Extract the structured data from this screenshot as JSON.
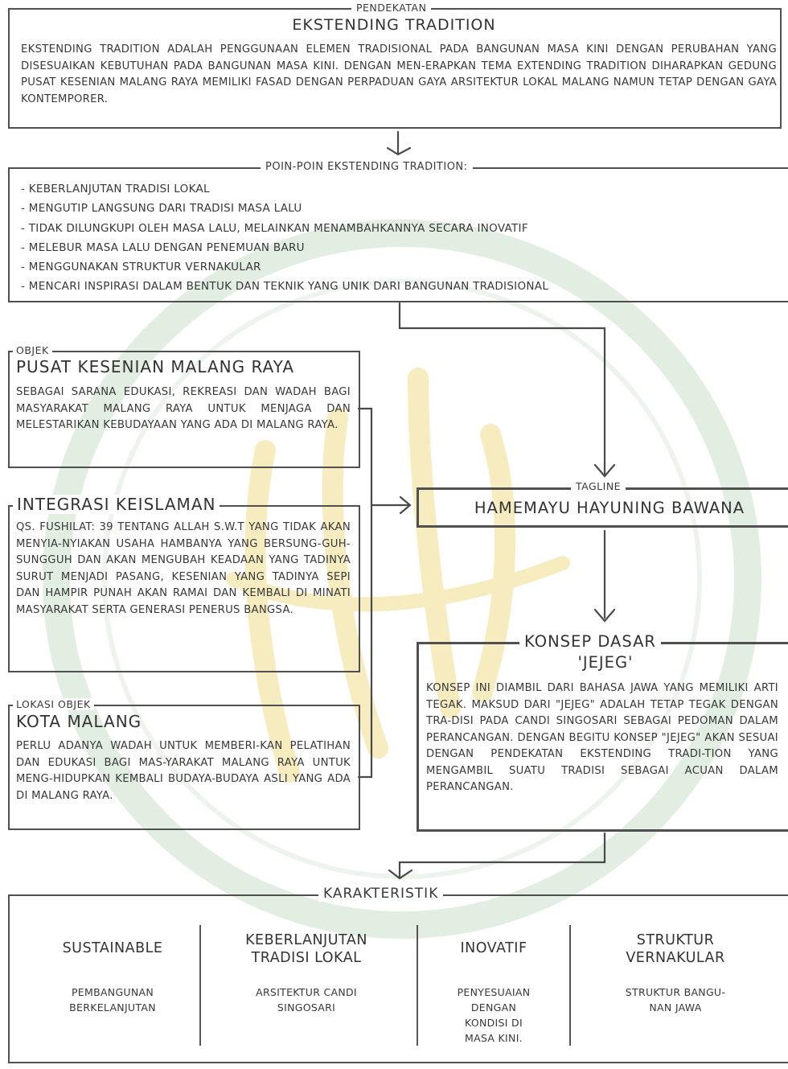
{
  "pendekatan": {
    "label": "PENDEKATAN",
    "title": "EKSTENDING TRADITION",
    "body": "EKSTENDING TRADITION ADALAH PENGGUNAAN ELEMEN TRADISIONAL PADA BANGUNAN MASA KINI DENGAN PERUBAHAN YANG DISESUAIKAN KEBUTUHAN PADA BANGUNAN MASA KINI. DENGAN MEN-ERAPKAN TEMA EXTENDING TRADITION DIHARAPKAN GEDUNG PUSAT KESENIAN MALANG RAYA MEMILIKI FASAD DENGAN PERPADUAN GAYA ARSITEKTUR LOKAL MALANG NAMUN TETAP DENGAN GAYA KONTEMPORER."
  },
  "poin": {
    "label": "POIN-POIN EKSTENDING TRADITION:",
    "items": [
      "- KEBERLANJUTAN TRADISI LOKAL",
      "- MENGUTIP LANGSUNG DARI TRADISI MASA LALU",
      "- TIDAK DILUNGKUPI OLEH MASA LALU, MELAINKAN MENAMBAHKANNYA SECARA INOVATIF",
      "- MELEBUR MASA LALU DENGAN PENEMUAN BARU",
      "- MENGGUNAKAN STRUKTUR VERNAKULAR",
      "- MENCARI INSPIRASI DALAM BENTUK DAN TEKNIK YANG UNIK DARI BANGUNAN TRADISIONAL"
    ]
  },
  "objek": {
    "label": "OBJEK",
    "title": "PUSAT KESENIAN MALANG RAYA",
    "body": "SEBAGAI SARANA EDUKASI, REKREASI DAN WADAH BAGI MASYARAKAT MALANG RAYA UNTUK MENJAGA DAN MELESTARIKAN KEBUDAYAAN YANG ADA DI MALANG RAYA."
  },
  "integrasi": {
    "title": "INTEGRASI KEISLAMAN",
    "body": "QS. FUSHILAT: 39 TENTANG ALLAH S.W.T YANG TIDAK AKAN MENYIA-NYIAKAN USAHA HAMBANYA YANG BERSUNG-GUH-SUNGGUH DAN AKAN MENGUBAH KEADAAN YANG TADINYA SURUT MENJADI PASANG, KESENIAN YANG TADINYA SEPI DAN HAMPIR PUNAH AKAN RAMAI DAN KEMBALI DI MINATI MASYARAKAT SERTA GENERASI PENERUS BANGSA."
  },
  "lokasi": {
    "label": "LOKASI OBJEK",
    "title": "KOTA MALANG",
    "body": "PERLU ADANYA WADAH UNTUK MEMBERI-KAN PELATIHAN DAN EDUKASI BAGI MAS-YARAKAT MALANG RAYA UNTUK MENG-HIDUPKAN KEMBALI BUDAYA-BUDAYA ASLI YANG ADA DI MALANG RAYA."
  },
  "tagline": {
    "label": "TAGLINE",
    "title": "HAMEMAYU HAYUNING BAWANA"
  },
  "konsep": {
    "title": "KONSEP DASAR",
    "subtitle": "'JEJEG'",
    "body": "KONSEP INI DIAMBIL DARI BAHASA JAWA YANG MEMILIKI ARTI TEGAK. MAKSUD DARI \"JEJEG\" ADALAH TETAP TEGAK DENGAN TRA-DISI PADA CANDI SINGOSARI SEBAGAI PEDOMAN DALAM PERANCANGAN. DENGAN BEGITU KONSEP \"JEJEG\" AKAN SESUAI DENGAN PENDEKATAN EKSTENDING TRADI-TION YANG MENGAMBIL SUATU TRADISI SEBAGAI ACUAN DALAM PERANCANGAN."
  },
  "karakteristik": {
    "label": "KARAKTERISTIK",
    "columns": [
      {
        "heading": "SUSTAINABLE",
        "desc": "PEMBANGUNAN BERKELANJUTAN"
      },
      {
        "heading": "KEBERLANJUTAN TRADISI LOKAL",
        "desc": "ARSITEKTUR CANDI SINGOSARI"
      },
      {
        "heading": "INOVATIF",
        "desc": "PENYESUAIAN DENGAN KONDISI DI MASA KINI."
      },
      {
        "heading": "STRUKTUR VERNAKULAR",
        "desc": "STRUKTUR BANGU-NAN JAWA"
      }
    ]
  },
  "colors": {
    "line": "#505050",
    "text": "#383838",
    "watermark_green": "#cfe3cf",
    "watermark_yellow": "#f6ecbf"
  }
}
